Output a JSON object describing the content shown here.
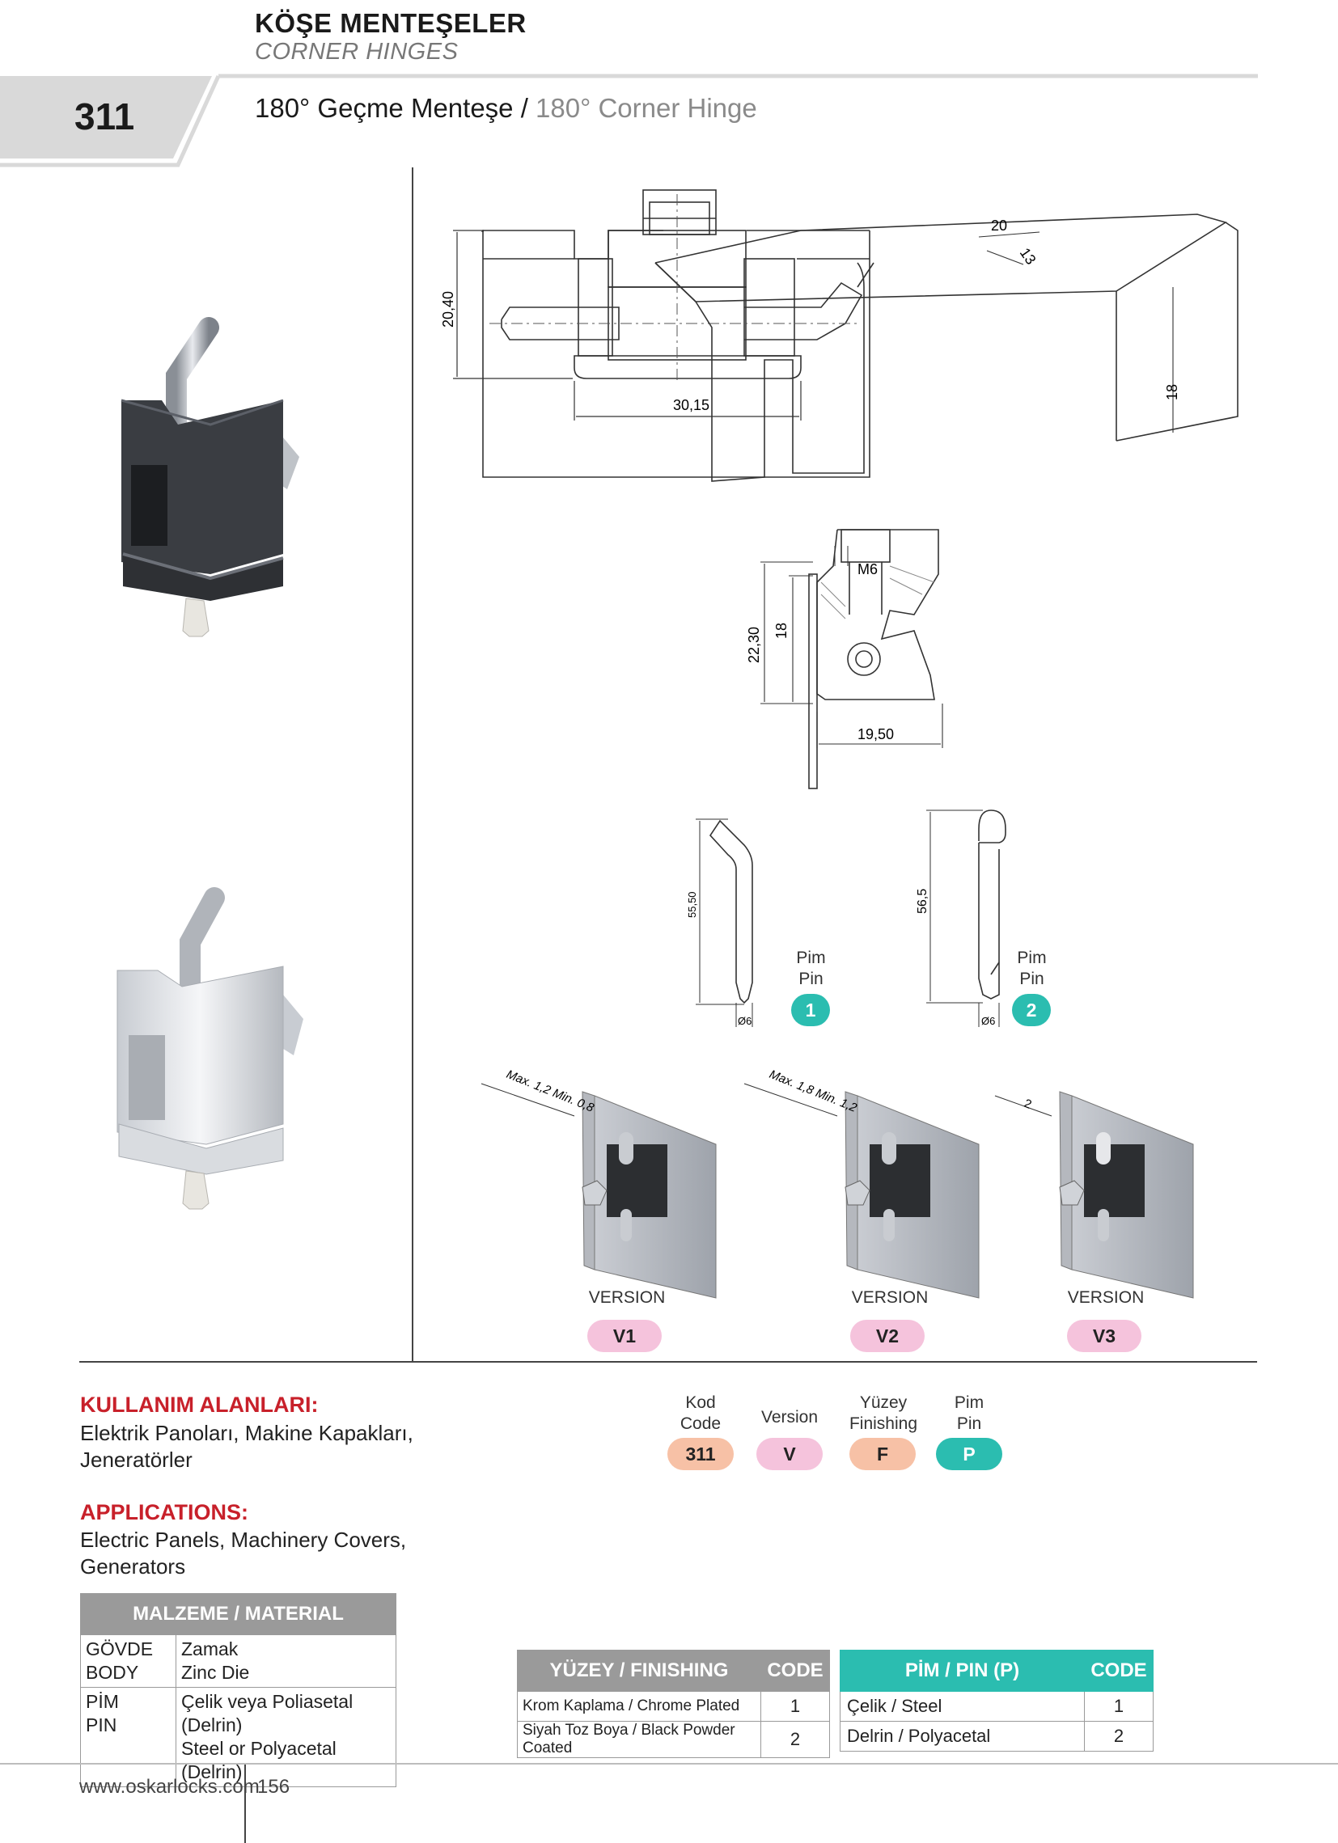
{
  "header": {
    "title": "KÖŞE MENTEŞELER",
    "subtitle": "CORNER HINGES",
    "code": "311",
    "product_tr": "180° Geçme Menteşe",
    "product_sep": " / ",
    "product_en": "180° Corner Hinge"
  },
  "dims": {
    "d1": "20,40",
    "d2": "30,15",
    "d3": "20",
    "d4": "13",
    "d5": "18",
    "m6": "M6",
    "d6": "22,30",
    "d7": "18",
    "d8": "19,50",
    "pin1_h": "55,50",
    "pin1_d": "Ø6",
    "pin2_h": "56,5",
    "pin2_d": "Ø6",
    "v1_note": "Max. 1,2 Min. 0,8",
    "v2_note": "Max. 1,8 Min. 1,2",
    "v3_note": "2"
  },
  "pins": [
    {
      "label_tr": "Pim",
      "label_en": "Pin",
      "num": "1"
    },
    {
      "label_tr": "Pim",
      "label_en": "Pin",
      "num": "2"
    }
  ],
  "versions": [
    {
      "label": "VERSION",
      "code": "V1"
    },
    {
      "label": "VERSION",
      "code": "V2"
    },
    {
      "label": "VERSION",
      "code": "V3"
    }
  ],
  "usage": {
    "heading_tr": "KULLANIM ALANLARI:",
    "text_tr_1": "Elektrik Panoları, Makine Kapakları,",
    "text_tr_2": "Jeneratörler",
    "heading_en": "APPLICATIONS:",
    "text_en_1": "Electric Panels, Machinery Covers,",
    "text_en_2": "Generators"
  },
  "order_code": {
    "kod_1": "Kod",
    "kod_2": "Code",
    "kod_val": "311",
    "version": "Version",
    "version_val": "V",
    "yuzey_1": "Yüzey",
    "yuzey_2": "Finishing",
    "yuzey_val": "F",
    "pim_1": "Pim",
    "pim_2": "Pin",
    "pim_val": "P"
  },
  "material": {
    "header": "MALZEME / MATERIAL",
    "rows": [
      {
        "k1": "GÖVDE",
        "k2": "BODY",
        "v1": "Zamak",
        "v2": "Zinc Die"
      },
      {
        "k1": "PİM",
        "k2": "PIN",
        "v1": "Çelik veya Poliasetal (Delrin)",
        "v2": "Steel or Polyacetal (Delrin)"
      }
    ]
  },
  "finishing": {
    "header": "YÜZEY / FINISHING",
    "code_header": "CODE",
    "rows": [
      {
        "name": "Krom Kaplama / Chrome Plated",
        "code": "1"
      },
      {
        "name": "Siyah Toz Boya / Black Powder Coated",
        "code": "2"
      }
    ]
  },
  "pin_table": {
    "header": "PİM / PIN (P)",
    "code_header": "CODE",
    "rows": [
      {
        "name": "Çelik / Steel",
        "code": "1"
      },
      {
        "name": "Delrin / Polyacetal",
        "code": "2"
      }
    ]
  },
  "footer": {
    "site": "www.oskarlocks.com",
    "page": "156"
  },
  "colors": {
    "teal": "#2bbdb0",
    "pink": "#f5c3dc",
    "salmon": "#f7c1a6",
    "red": "#c8202a",
    "grey": "#9a9a9a"
  }
}
